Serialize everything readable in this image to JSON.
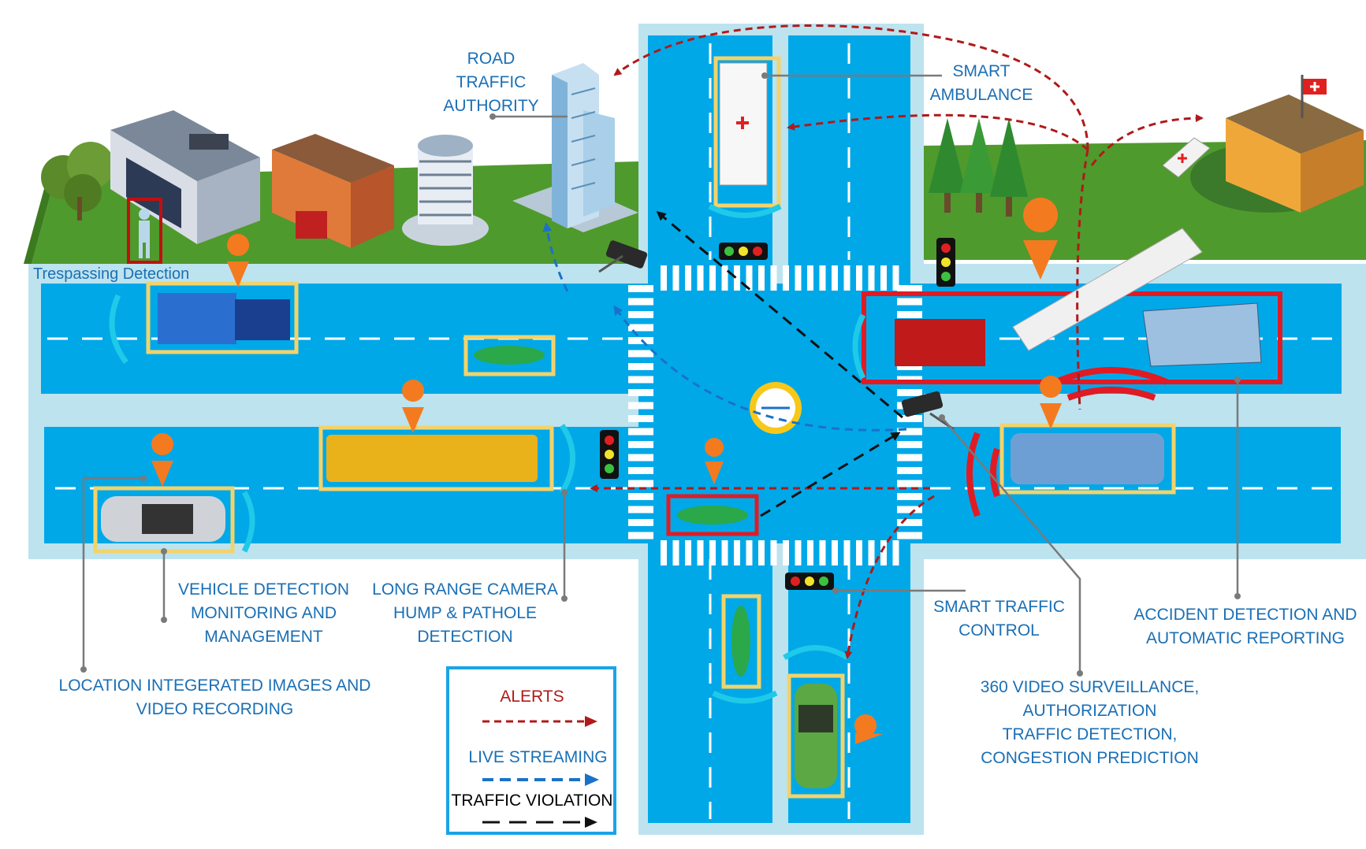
{
  "labels": {
    "road_traffic_authority": [
      "ROAD",
      "TRAFFIC",
      "AUTHORITY"
    ],
    "smart_ambulance": [
      "SMART",
      "AMBULANCE"
    ],
    "trespassing": "Trespassing Detection",
    "vehicle_detection": [
      "VEHICLE DETECTION",
      "MONITORING AND",
      "MANAGEMENT"
    ],
    "long_range_camera": [
      "LONG RANGE CAMERA",
      "HUMP & PATHOLE",
      "DETECTION"
    ],
    "location_images": [
      "LOCATION INTEGERATED IMAGES AND",
      "VIDEO RECORDING"
    ],
    "smart_traffic_control": [
      "SMART TRAFFIC",
      "CONTROL"
    ],
    "video_surveillance": [
      "360 VIDEO SURVEILLANCE,",
      "AUTHORIZATION",
      "TRAFFIC DETECTION,",
      "CONGESTION PREDICTION"
    ],
    "accident_detection": [
      "ACCIDENT DETECTION AND",
      "AUTOMATIC REPORTING"
    ]
  },
  "legend": {
    "alerts": "ALERTS",
    "live_streaming": "LIVE STREAMING",
    "traffic_violation": "TRAFFIC VIOLATION"
  },
  "colors": {
    "road": "#00a8e8",
    "sidewalk": "#bde3ef",
    "grass": "#4f9a2c",
    "alert": "#b01a1a",
    "stream": "#1a72c8",
    "violation": "#111111",
    "highlight": "#f2d36b",
    "accident": "#e01b24",
    "pin": "#f47a20",
    "label": "#1a6fb5"
  }
}
